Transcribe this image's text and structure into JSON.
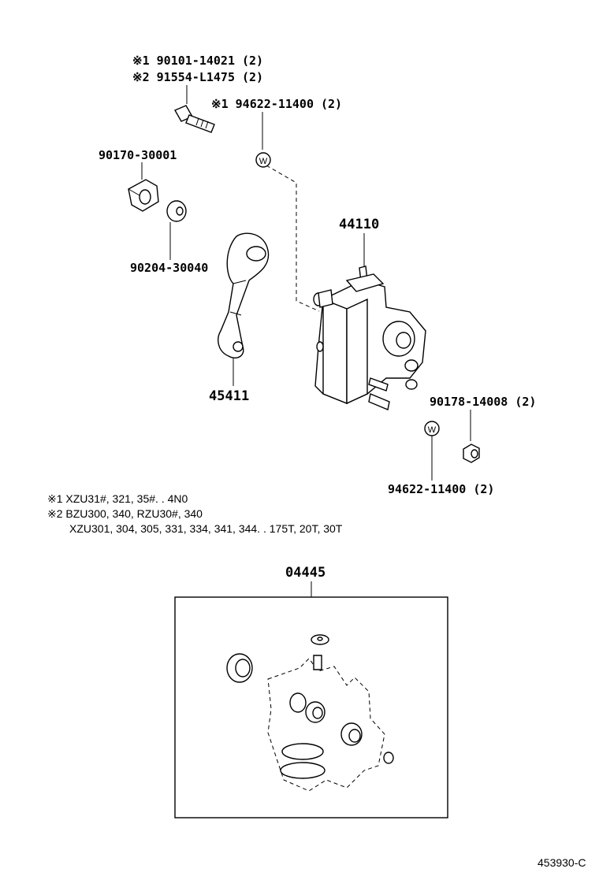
{
  "callouts": {
    "bolt_note1": "※1 90101-14021 (2)",
    "bolt_note2": "※2 91554-L1475 (2)",
    "washer_note": "※1 94622-11400 (2)",
    "nut_large": "90170-30001",
    "washer_small": "90204-30040",
    "gear_housing": "44110",
    "pitman_arm": "45411",
    "nut_small": "90178-14008 (2)",
    "washer_lower": "94622-11400 (2)",
    "gasket_kit": "04445",
    "washer_symbol": "W"
  },
  "notes": {
    "line1": "※1 XZU31#, 321, 35#. . 4N0",
    "line2": "※2 BZU300, 340, RZU30#, 340",
    "line3": "XZU301, 304, 305, 331, 334, 341, 344. . 175T, 20T, 30T"
  },
  "figure_id": "453930-C"
}
